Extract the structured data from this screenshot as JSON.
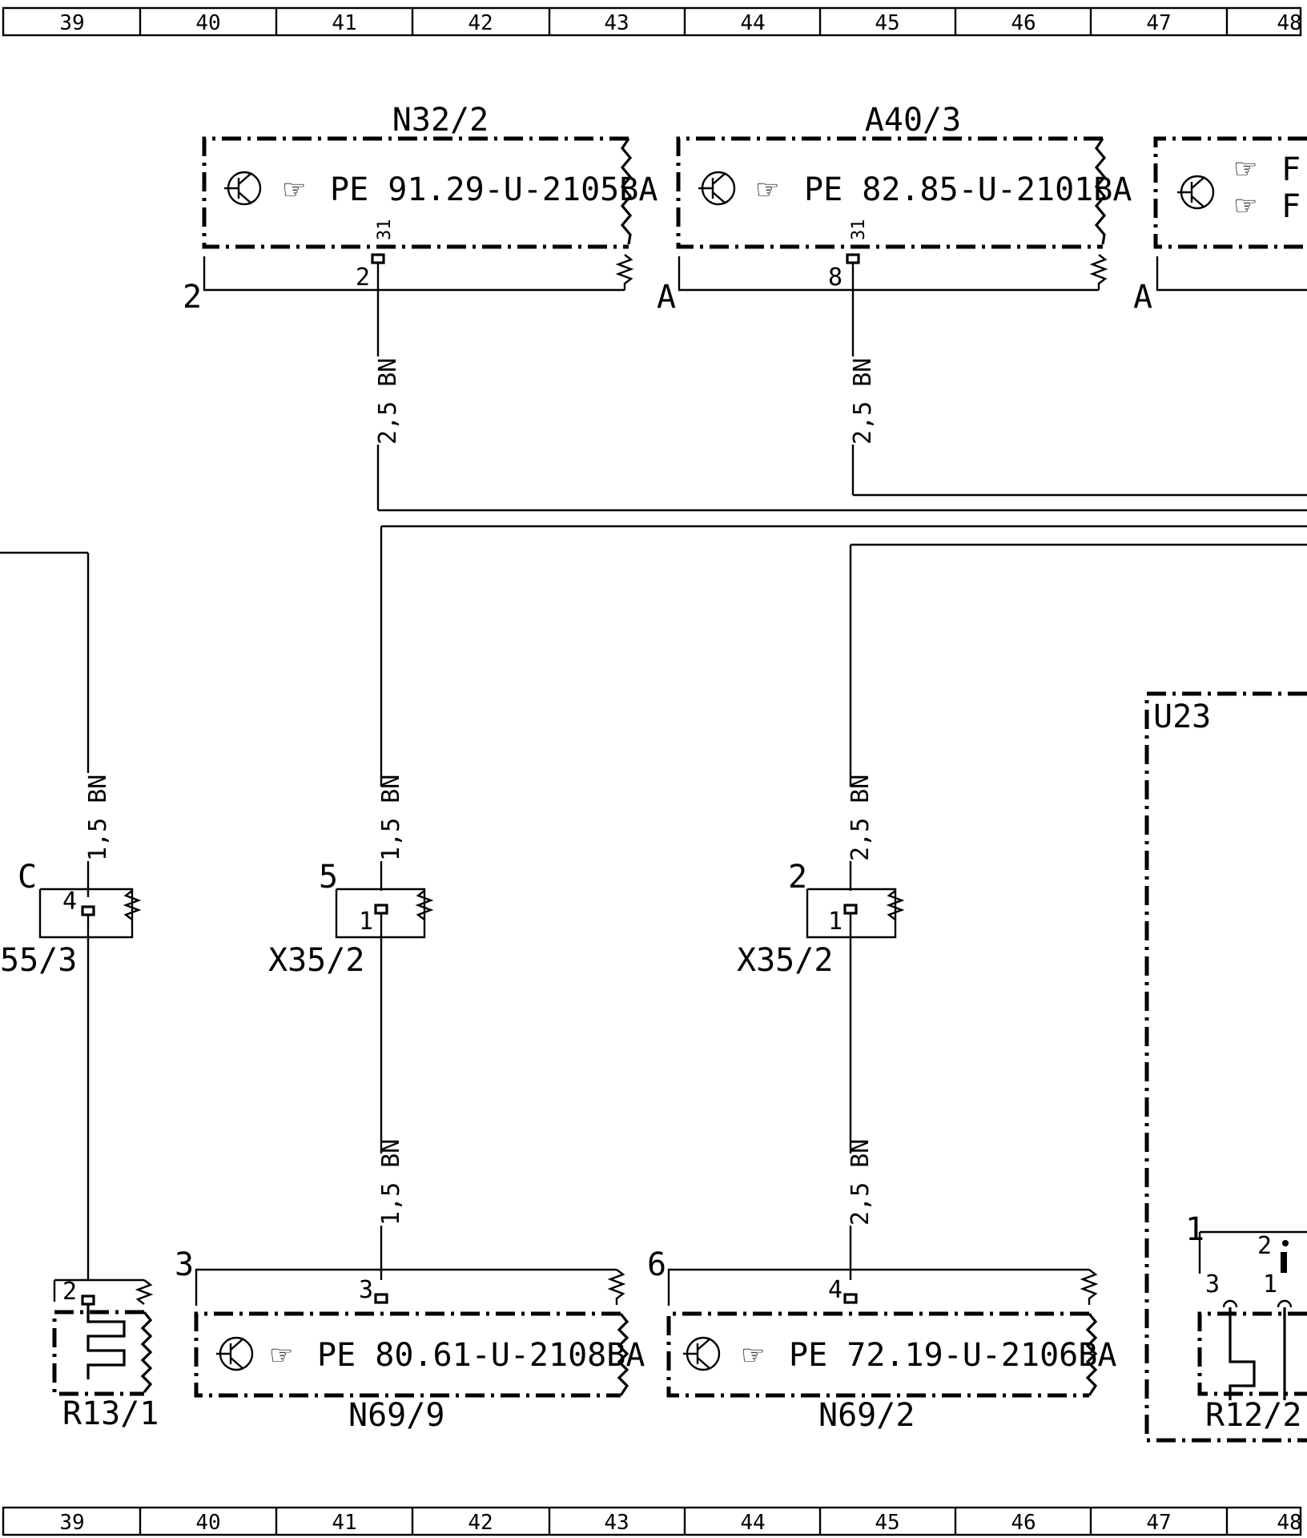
{
  "ruler": {
    "columns": [
      "39",
      "40",
      "41",
      "42",
      "43",
      "44",
      "45",
      "46",
      "47",
      "48"
    ]
  },
  "components": {
    "n32_2": {
      "name": "N32/2",
      "ref": "PE  91.29-U-2105BA",
      "pin_top": "31",
      "pin_num": "2",
      "edge_label": "2"
    },
    "a40_3": {
      "name": "A40/3",
      "ref": "PE  82.85-U-2101BA",
      "pin_top": "31",
      "pin_num": "8",
      "edge_label": "A"
    },
    "right_partial": {
      "edge_label": "A",
      "ref1": "F",
      "ref2": "F"
    },
    "u23": {
      "name": "U23"
    },
    "c_conn": {
      "edge_label": "C",
      "pin_num": "4",
      "name": "55/3"
    },
    "x35_2a": {
      "name": "X35/2",
      "edge_label": "5",
      "pin_num": "1"
    },
    "x35_2b": {
      "name": "X35/2",
      "edge_label": "2",
      "pin_num": "1"
    },
    "r13_1": {
      "name": "R13/1",
      "pin_num": "2"
    },
    "n69_9": {
      "name": "N69/9",
      "ref": "PE  80.61-U-2108BA",
      "edge_label": "3",
      "pin_num": "3"
    },
    "n69_2": {
      "name": "N69/2",
      "ref": "PE  72.19-U-2106BA",
      "edge_label": "6",
      "pin_num": "4"
    },
    "r12_21": {
      "name": "R12/2",
      "pin_a": "1",
      "pin_b": "2",
      "pin_c": "3",
      "pin_d": "1"
    }
  },
  "wires": {
    "w1": "2,5  BN",
    "w2": "2,5  BN",
    "w3": "1,5  BN",
    "w4": "1,5  BN",
    "w5": "2,5  BN",
    "w6": "1,5  BN",
    "w7": "2,5  BN"
  }
}
